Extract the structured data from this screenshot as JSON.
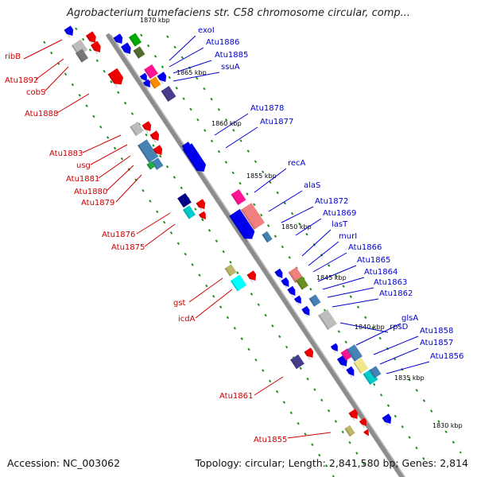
{
  "title": "Agrobacterium tumefaciens str. C58 chromosome circular, comp...",
  "footer": {
    "accession": "Accession: NC_003062",
    "summary": "Topology: circular; Length: 2,841,580 bp; Genes: 2,814"
  },
  "colors": {
    "backbone": "#8c8c8c",
    "rev_label": "#cc0000",
    "fwd_label": "#0000cc",
    "grid_dots": "#1e8c1e"
  },
  "ticks": [
    {
      "label": "1870 kbp"
    },
    {
      "label": "1865 kbp"
    },
    {
      "label": "1860 kbp"
    },
    {
      "label": "1855 kbp"
    },
    {
      "label": "1850 kbp"
    },
    {
      "label": "1845 kbp"
    },
    {
      "label": "1840 kbp"
    },
    {
      "label": "1835 kbp"
    },
    {
      "label": "1830 kbp"
    }
  ],
  "left_labels": [
    "ribB",
    "Atu1892",
    "cobS",
    "Atu1888",
    "Atu1883",
    "usg",
    "Atu1881",
    "Atu1880",
    "Atu1879",
    "Atu1876",
    "Atu1875",
    "gst",
    "icdA",
    "Atu1861",
    "Atu1855"
  ],
  "right_labels": [
    "exoI",
    "Atu1886",
    "Atu1885",
    "ssuA",
    "Atu1878",
    "Atu1877",
    "recA",
    "alaS",
    "Atu1872",
    "Atu1869",
    "lasT",
    "murI",
    "Atu1866",
    "Atu1865",
    "Atu1864",
    "Atu1863",
    "Atu1862",
    "rpsD",
    "glsA",
    "Atu1858",
    "Atu1857",
    "Atu1856"
  ]
}
